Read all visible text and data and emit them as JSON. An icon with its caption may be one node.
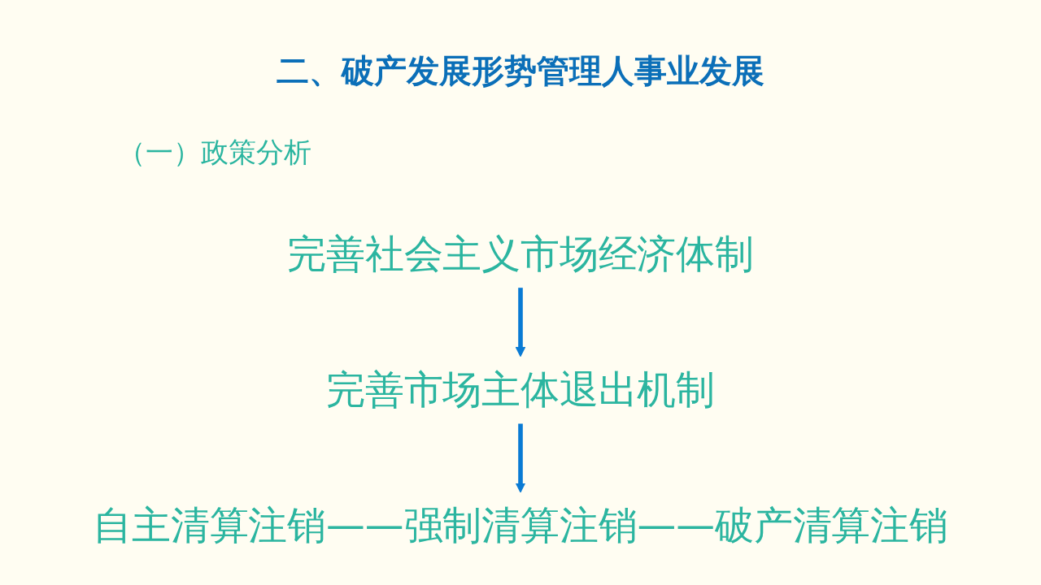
{
  "diagram": {
    "title": "二、破产发展形势管理人事业发展",
    "nodes": [
      {
        "text": [
          "完善社会主义市场经济体制"
        ]
      },
      {
        "text": [
          "完善市场主体退出机制"
        ]
      },
      {
        "text": [
          "自主清算注销——强制清算注销——破产清算注销"
        ]
      }
    ],
    "edges": [
      {
        "from": 0,
        "to": 1,
        "arrow": "to"
      },
      {
        "from": 1,
        "to": 2,
        "arrow": "to"
      }
    ],
    "labels": [
      "（一）政策分析"
    ]
  }
}
